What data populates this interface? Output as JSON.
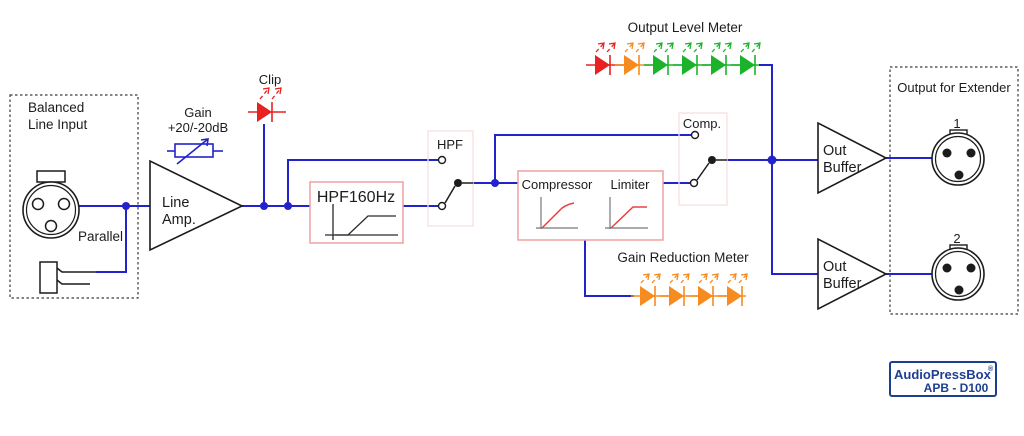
{
  "input": {
    "box_label_line1": "Balanced",
    "box_label_line2": "Line Input",
    "parallel_label": "Parallel"
  },
  "line_amp": {
    "label_line1": "Line",
    "label_line2": "Amp.",
    "gain_label_line1": "Gain",
    "gain_label_line2": "+20/-20dB"
  },
  "clip": {
    "label": "Clip"
  },
  "hpf": {
    "box_label": "HPF160Hz",
    "switch_label": "HPF"
  },
  "dynamics": {
    "compressor_label": "Compressor",
    "limiter_label": "Limiter",
    "switch_label": "Comp."
  },
  "meters": {
    "output_level": {
      "title": "Output Level Meter",
      "leds": [
        "red",
        "orange",
        "green",
        "green",
        "green",
        "green"
      ]
    },
    "gain_reduction": {
      "title": "Gain Reduction Meter",
      "leds": [
        "orange",
        "orange",
        "orange",
        "orange"
      ]
    }
  },
  "buffers": {
    "buffer1_line1": "Out",
    "buffer1_line2": "Buffer",
    "buffer2_line1": "Out",
    "buffer2_line2": "Buffer"
  },
  "output": {
    "box_label": "Output for Extender",
    "xlr1_label": "1",
    "xlr2_label": "2"
  },
  "logo": {
    "brand": "AudioPressBox",
    "reg": "®",
    "model": "APB - D100"
  },
  "colors": {
    "wire": "#2323cb",
    "component": "#1c1c1c",
    "red": "#e82121",
    "orange": "#f68b1f",
    "green": "#1cb32b",
    "pink_border": "#f0a0a0",
    "faint_pink_border": "#f7dede",
    "logo_blue": "#1d3f92",
    "axis_gray": "#777777"
  }
}
